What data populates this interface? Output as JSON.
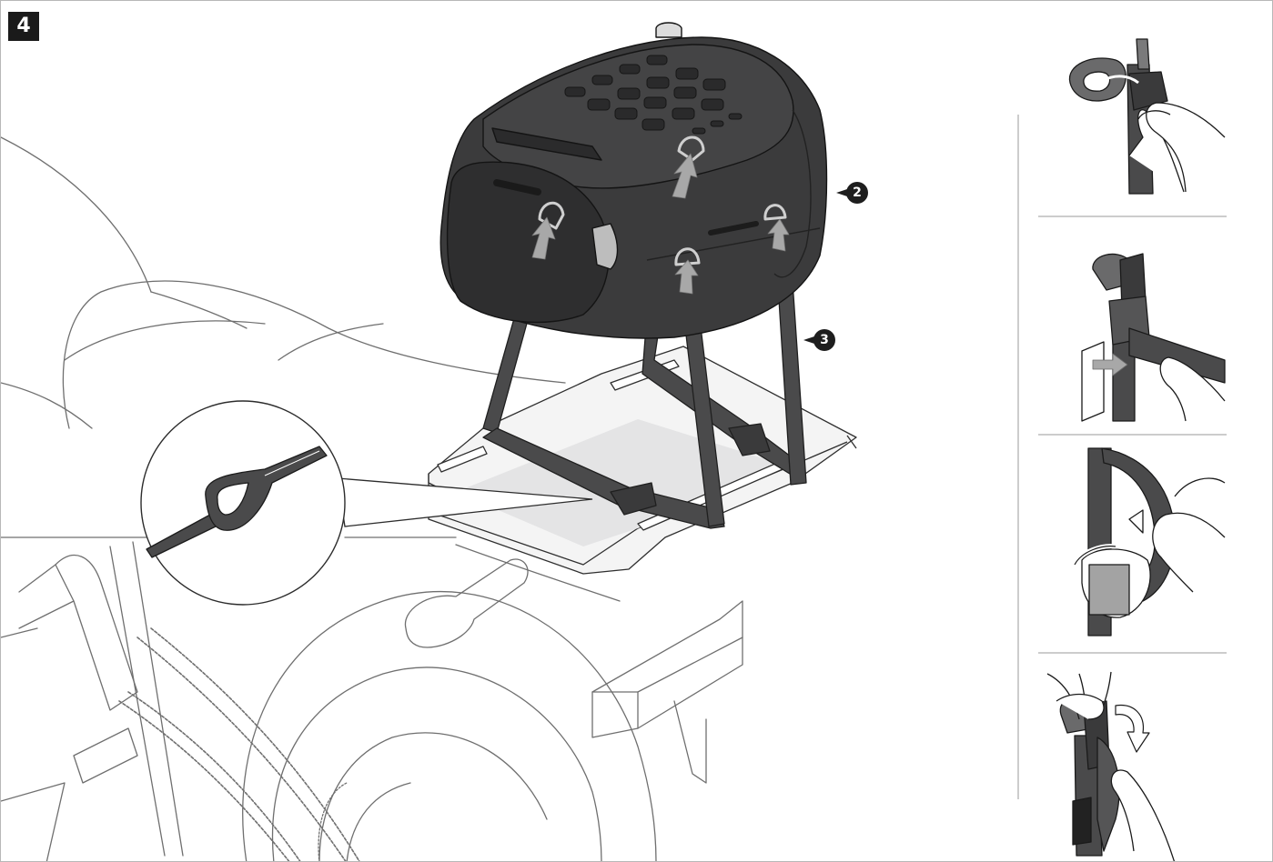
{
  "step": {
    "number": "4"
  },
  "callouts": [
    {
      "label": "2"
    },
    {
      "label": "3"
    }
  ],
  "colors": {
    "bag_body": "#3b3b3c",
    "bag_shadow": "#2a2a2b",
    "strap": "#4a4a4b",
    "arrow": "#a8a8a8",
    "plate": "#e8e8e9",
    "line_art": "#707070"
  },
  "detail_panels": [
    {
      "name": "buckle-hook"
    },
    {
      "name": "buckle-open"
    },
    {
      "name": "strap-loop"
    },
    {
      "name": "buckle-tighten"
    }
  ]
}
